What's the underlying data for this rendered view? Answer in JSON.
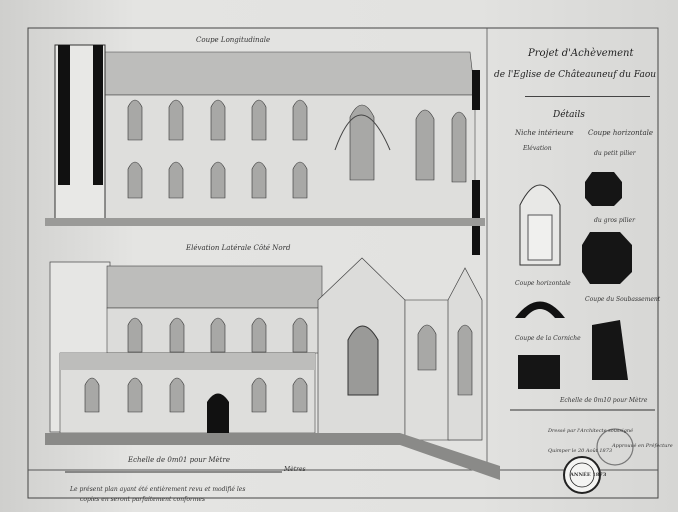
{
  "sheet": {
    "title_line1": "Projet d'Achèvement",
    "title_line2": "de l'Eglise de Châteauneuf du Faou",
    "details_heading": "Détails",
    "long_section_label": "Coupe Longitudinale",
    "side_elevation_label": "Elévation Latérale Côté Nord",
    "main_scale_label": "Echelle de 0m01 pour Mètre",
    "main_scale_unit": "Mètres",
    "detail_scale_label": "Echelle de 0m10 pour Mètre",
    "note_line1": "Le présent plan ayant été entièrement revu et modifié les",
    "note_line2": "copies en seront parfaitement conformes",
    "details": {
      "niche_label": "Niche intérieure",
      "niche_elevation": "Elévation",
      "horizontal_section": "Coupe horizontale",
      "small_pillar": "du petit pilier",
      "large_pillar": "du gros pilier",
      "niche_section": "Coupe horizontale",
      "cornice_section": "Coupe de la Corniche",
      "base_section": "Coupe du Soubassement"
    },
    "approval": {
      "line1": "Dressé par l'Architecte soussigné",
      "line2": "Quimper le 20 Août 1873",
      "line3": "Approuvé en Préfecture",
      "stamp_text": "ANNÉE 1873"
    }
  }
}
